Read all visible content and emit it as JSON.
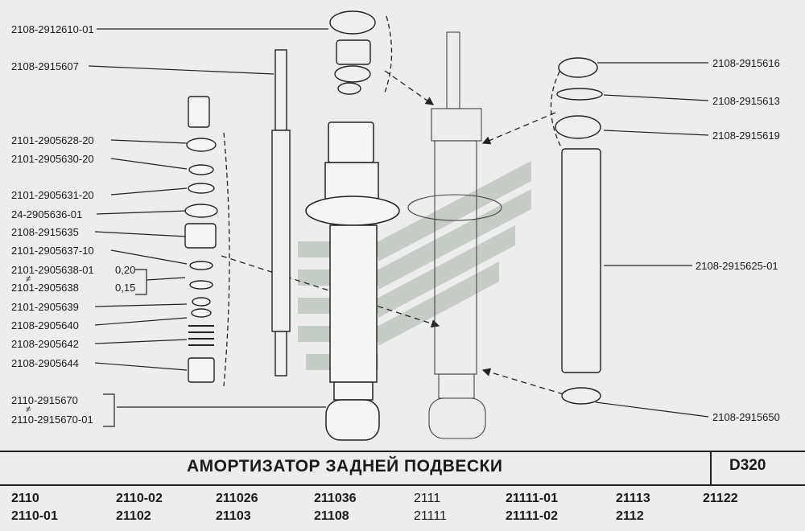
{
  "part_labels": {
    "top_left": [
      "2108-2912610-01",
      "2108-2915607"
    ],
    "left_column": [
      "2101-2905628-20",
      "2101-2905630-20",
      "2101-2905631-20",
      "24-2905636-01",
      "2108-2915635",
      "2101-2905637-10",
      "2101-2905638-01",
      "2101-2905638",
      "2101-2905639",
      "2108-2905640",
      "2108-2905642",
      "2108-2905644"
    ],
    "washer_values": [
      "0,20",
      "0,15"
    ],
    "neq_symbol": "≠",
    "bottom_left": [
      "2110-2915670",
      "2110-2915670-01"
    ],
    "right_column": [
      "2108-2915616",
      "2108-2915613",
      "2108-2915619",
      "2108-2915625-01",
      "2108-2915650"
    ]
  },
  "title": "АМОРТИЗАТОР ЗАДНЕЙ ПОДВЕСКИ",
  "sheet_code": "D320",
  "models": [
    {
      "text": "2110",
      "bold": true
    },
    {
      "text": "2110-02",
      "bold": true
    },
    {
      "text": "211026",
      "bold": true
    },
    {
      "text": "211036",
      "bold": true
    },
    {
      "text": "2111",
      "bold": false
    },
    {
      "text": "21111-01",
      "bold": true
    },
    {
      "text": "21113",
      "bold": true
    },
    {
      "text": "21122",
      "bold": true
    },
    {
      "text": "2110-01",
      "bold": true
    },
    {
      "text": "21102",
      "bold": true
    },
    {
      "text": "21103",
      "bold": true
    },
    {
      "text": "21108",
      "bold": true
    },
    {
      "text": "21111",
      "bold": false
    },
    {
      "text": "21111-02",
      "bold": true
    },
    {
      "text": "2112",
      "bold": true
    }
  ]
}
